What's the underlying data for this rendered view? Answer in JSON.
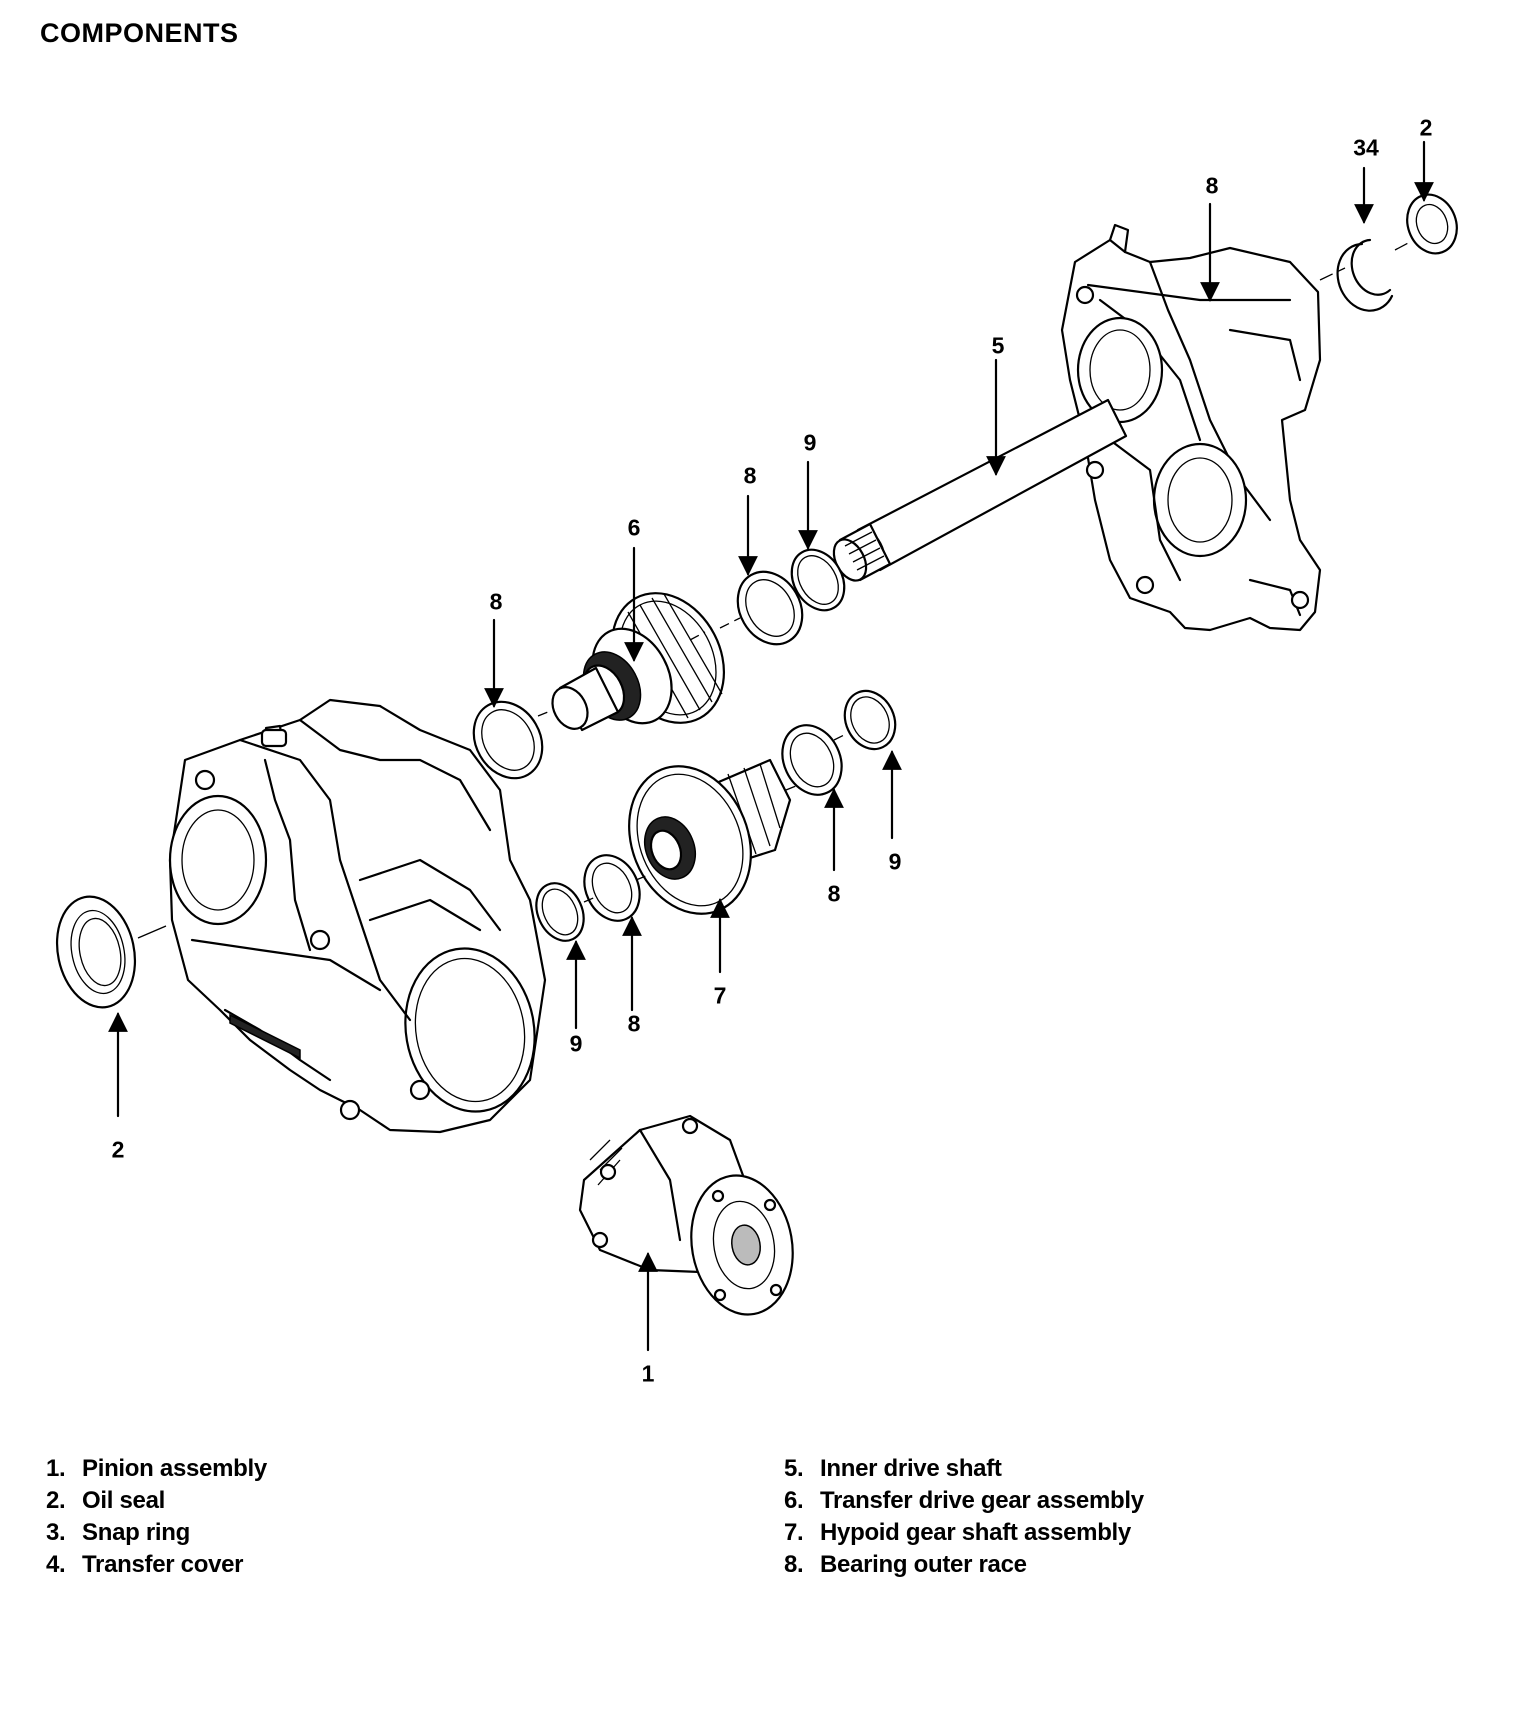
{
  "title": "COMPONENTS",
  "callouts": {
    "c2_top": "2",
    "c34": "34",
    "c8_top": "8",
    "c5": "5",
    "c9_upper": "9",
    "c8_upper": "8",
    "c6": "6",
    "c8_left": "8",
    "c9_right": "9",
    "c8_right": "8",
    "c7": "7",
    "c8_lower": "8",
    "c9_lower": "9",
    "c2_left": "2",
    "c1": "1"
  },
  "legend": [
    {
      "num": "1.",
      "label": "Pinion assembly"
    },
    {
      "num": "2.",
      "label": "Oil seal"
    },
    {
      "num": "3.",
      "label": "Snap ring"
    },
    {
      "num": "4.",
      "label": "Transfer cover"
    },
    {
      "num": "5.",
      "label": "Inner drive shaft"
    },
    {
      "num": "6.",
      "label": "Transfer drive gear assembly"
    },
    {
      "num": "7.",
      "label": "Hypoid gear shaft assembly"
    },
    {
      "num": "8.",
      "label": "Bearing outer race"
    }
  ]
}
